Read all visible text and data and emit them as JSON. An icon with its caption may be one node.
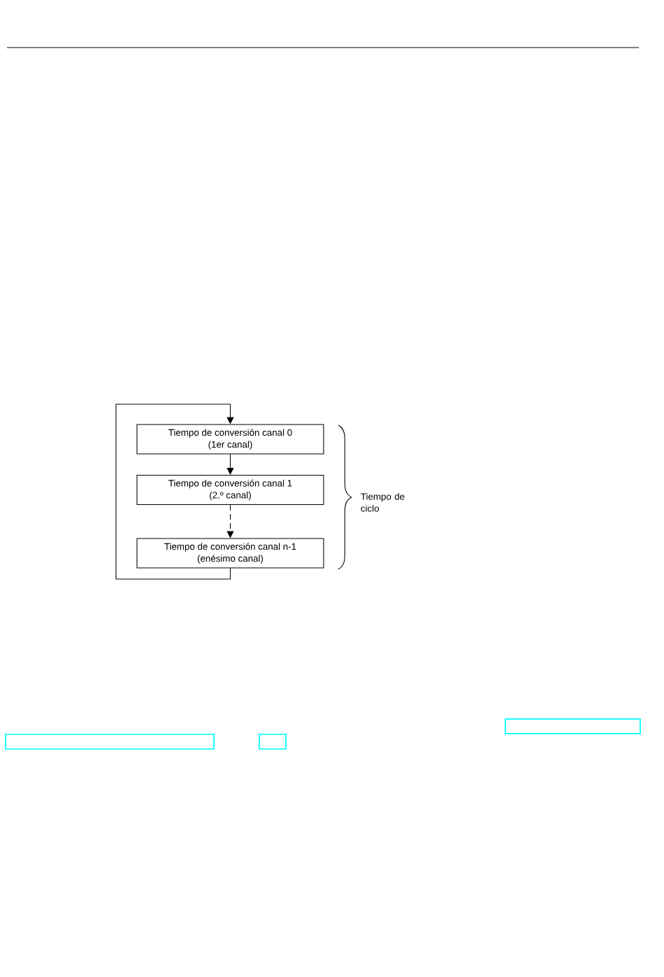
{
  "diagram": {
    "nodes": [
      {
        "text": [
          "Tiempo de conversión canal 0",
          "(1er canal)"
        ]
      },
      {
        "text": [
          "Tiempo de conversión canal 1",
          "(2.º canal)"
        ]
      },
      {
        "text": [
          "Tiempo de conversión canal n-1",
          "(enésimo canal)"
        ]
      }
    ],
    "edges": [
      {
        "from": 0,
        "to": 1,
        "arrow": "to"
      },
      {
        "from": 1,
        "to": 2,
        "arrow": "to",
        "style": "dashed"
      },
      {
        "from": 2,
        "to": 0,
        "arrow": "to"
      }
    ],
    "labels": [
      "Tiempo de ciclo"
    ]
  }
}
